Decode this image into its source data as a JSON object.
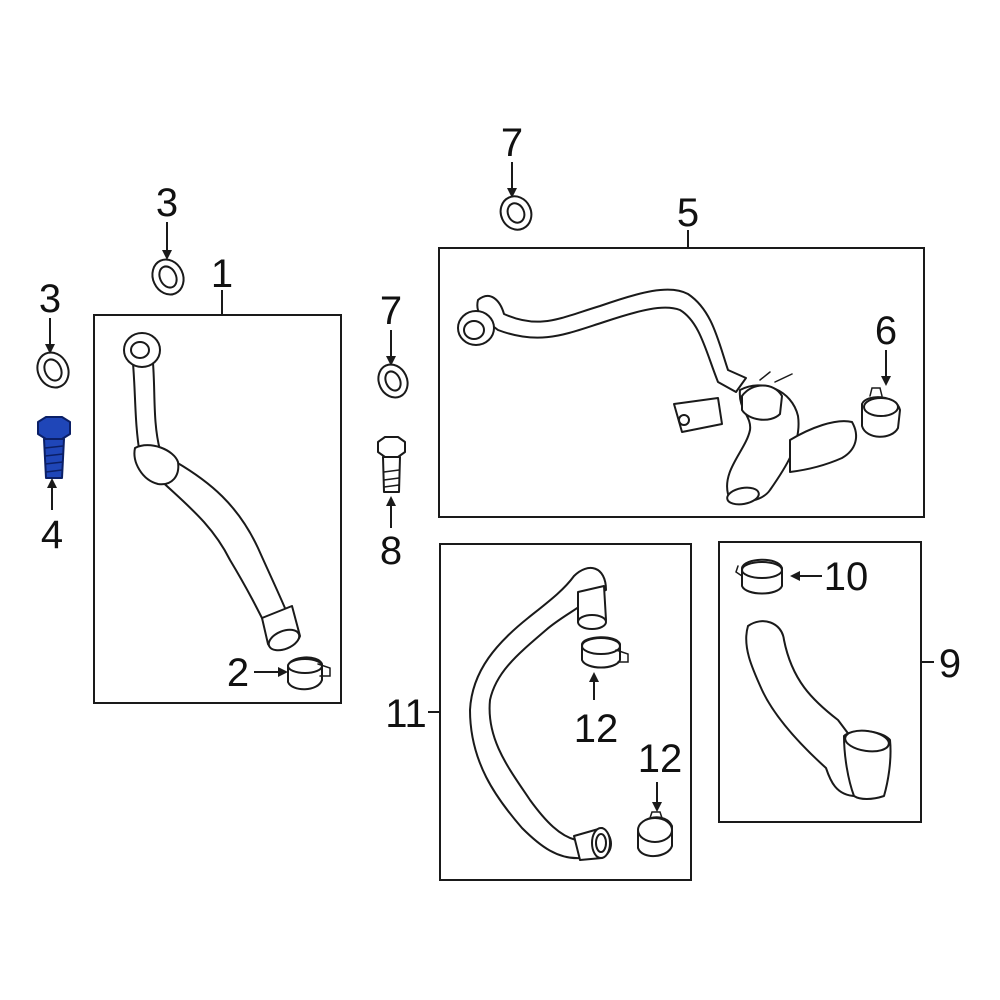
{
  "callouts": {
    "c1": "1",
    "c2": "2",
    "c3a": "3",
    "c3b": "3",
    "c4": "4",
    "c5": "5",
    "c6": "6",
    "c7a": "7",
    "c7b": "7",
    "c8": "8",
    "c9": "9",
    "c10": "10",
    "c11": "11",
    "c12a": "12",
    "c12b": "12"
  },
  "highlight": {
    "part": "4",
    "color": "#1f46b8"
  },
  "colors": {
    "line": "#1a1a1a",
    "background": "#ffffff"
  }
}
